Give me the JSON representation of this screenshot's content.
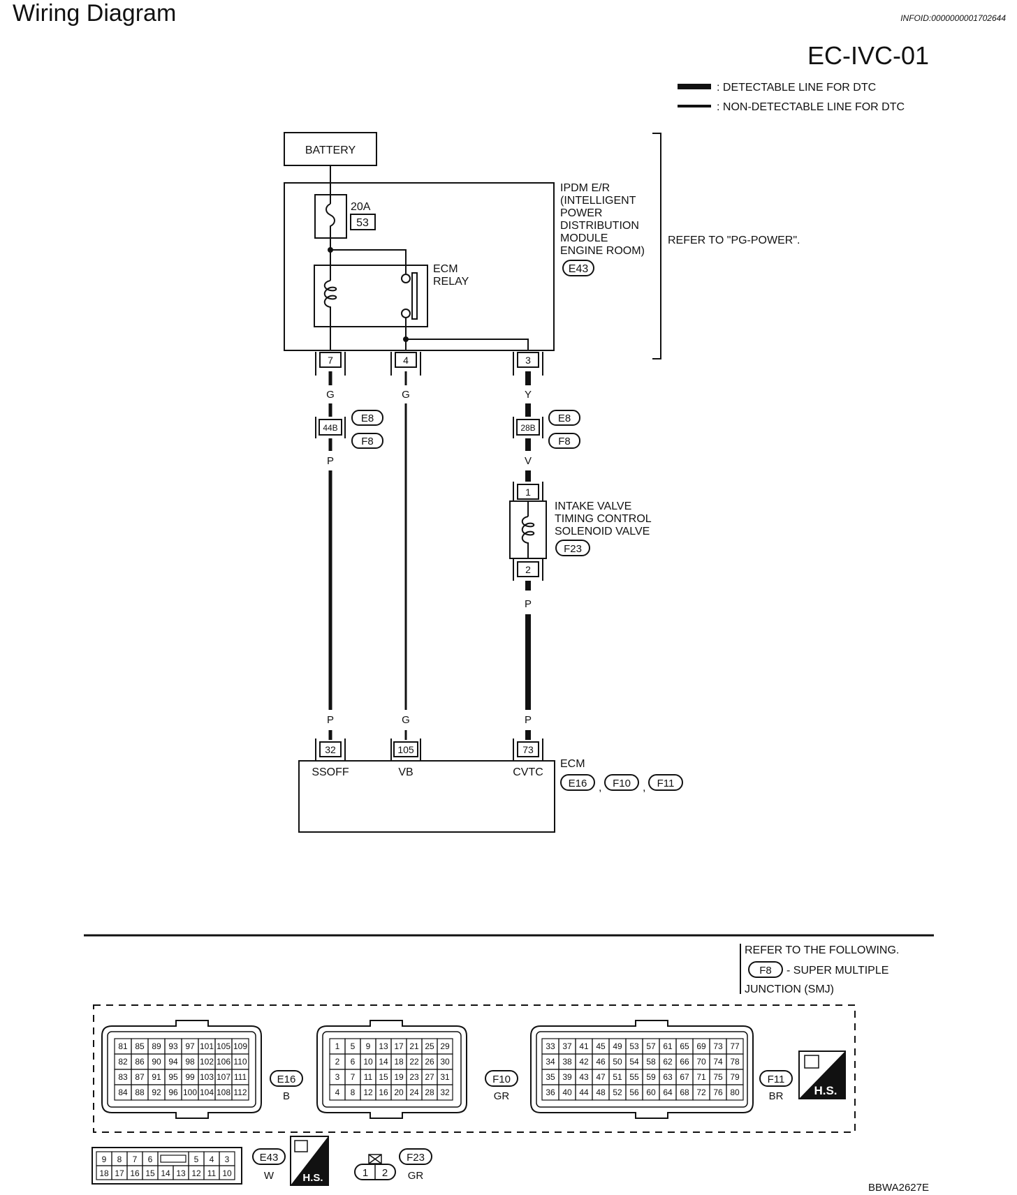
{
  "header": {
    "title": "Wiring Diagram",
    "info_id": "INFOID:0000000001702644",
    "page_code": "EC-IVC-01"
  },
  "legend": {
    "detectable": ": DETECTABLE LINE FOR DTC",
    "non_detectable": ": NON-DETECTABLE LINE FOR DTC"
  },
  "power": {
    "battery": "BATTERY",
    "fuse_rating": "20A",
    "fuse_number": "53",
    "ipdm_lines": [
      "IPDM E/R",
      "(INTELLIGENT",
      "POWER",
      "DISTRIBUTION",
      "MODULE",
      "ENGINE ROOM)"
    ],
    "ipdm_connector": "E43",
    "relay_lines": [
      "ECM",
      "RELAY"
    ],
    "refer": "REFER TO \"PG-POWER\"."
  },
  "wires": {
    "pins_top": [
      "7",
      "4",
      "3"
    ],
    "color_top": [
      "G",
      "G",
      "Y"
    ],
    "junction_left": "44B",
    "junction_right": "28B",
    "junction_conn_a": "E8",
    "junction_conn_b": "F8",
    "color_after_junction": [
      "P",
      "V"
    ],
    "solenoid_pin_in": "1",
    "solenoid_pin_out": "2",
    "solenoid_lines": [
      "INTAKE VALVE",
      "TIMING CONTROL",
      "SOLENOID VALVE"
    ],
    "solenoid_connector": "F23",
    "color_after_solenoid": "P",
    "color_bottom": [
      "P",
      "G",
      "P"
    ]
  },
  "ecm": {
    "title": "ECM",
    "pins": [
      "32",
      "105",
      "73"
    ],
    "terminals": [
      "SSOFF",
      "VB",
      "CVTC"
    ],
    "connectors": [
      "E16",
      "F10",
      "F11"
    ],
    "separator": ","
  },
  "refer_following": {
    "line1": "REFER TO THE FOLLOWING.",
    "connector": "F8",
    "line2": "- SUPER MULTIPLE",
    "line3": "JUNCTION (SMJ)"
  },
  "connectors": {
    "e16": {
      "id": "E16",
      "color": "B",
      "rows": [
        [
          "81",
          "85",
          "89",
          "93",
          "97",
          "101",
          "105",
          "109"
        ],
        [
          "82",
          "86",
          "90",
          "94",
          "98",
          "102",
          "106",
          "110"
        ],
        [
          "83",
          "87",
          "91",
          "95",
          "99",
          "103",
          "107",
          "111"
        ],
        [
          "84",
          "88",
          "92",
          "96",
          "100",
          "104",
          "108",
          "112"
        ]
      ]
    },
    "f10": {
      "id": "F10",
      "color": "GR",
      "rows": [
        [
          "1",
          "5",
          "9",
          "13",
          "17",
          "21",
          "25",
          "29"
        ],
        [
          "2",
          "6",
          "10",
          "14",
          "18",
          "22",
          "26",
          "30"
        ],
        [
          "3",
          "7",
          "11",
          "15",
          "19",
          "23",
          "27",
          "31"
        ],
        [
          "4",
          "8",
          "12",
          "16",
          "20",
          "24",
          "28",
          "32"
        ]
      ]
    },
    "f11": {
      "id": "F11",
      "color": "BR",
      "rows": [
        [
          "33",
          "37",
          "41",
          "45",
          "49",
          "53",
          "57",
          "61",
          "65",
          "69",
          "73",
          "77"
        ],
        [
          "34",
          "38",
          "42",
          "46",
          "50",
          "54",
          "58",
          "62",
          "66",
          "70",
          "74",
          "78"
        ],
        [
          "35",
          "39",
          "43",
          "47",
          "51",
          "55",
          "59",
          "63",
          "67",
          "71",
          "75",
          "79"
        ],
        [
          "36",
          "40",
          "44",
          "48",
          "52",
          "56",
          "60",
          "64",
          "68",
          "72",
          "76",
          "80"
        ]
      ]
    },
    "e43": {
      "id": "E43",
      "color": "W",
      "rows": [
        [
          "9",
          "8",
          "7",
          "6",
          "",
          "5",
          "4",
          "3"
        ],
        [
          "18",
          "17",
          "16",
          "15",
          "14",
          "13",
          "12",
          "11",
          "10"
        ]
      ]
    },
    "f23": {
      "id": "F23",
      "color": "GR",
      "pins": [
        "1",
        "2"
      ]
    },
    "hs_label": "H.S."
  },
  "footer": {
    "code": "BBWA2627E"
  }
}
